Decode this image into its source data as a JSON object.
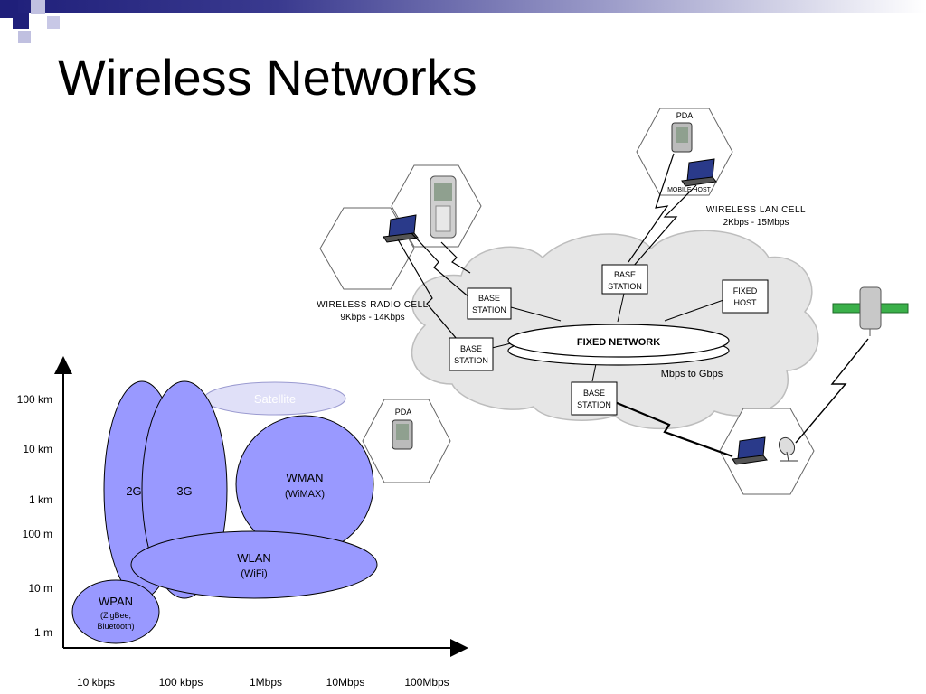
{
  "slide": {
    "title": "Wireless Networks"
  },
  "colors": {
    "accent": "#1f1f7a",
    "ellipse_fill": "#9999ff",
    "satellite_fill": "#e0e0f8"
  },
  "chart": {
    "y_ticks": [
      "100 km",
      "10 km",
      "1 km",
      "100 m",
      "10 m",
      "1 m"
    ],
    "x_ticks": [
      "10 kbps",
      "100 kbps",
      "1Mbps",
      "10Mbps",
      "100Mbps"
    ],
    "regions": {
      "satellite": "Satellite",
      "g2": "2G",
      "g3": "3G",
      "wman": "WMAN",
      "wman_sub": "(WiMAX)",
      "wlan": "WLAN",
      "wlan_sub": "(WiFi)",
      "wpan": "WPAN",
      "wpan_sub1": "(ZigBee,",
      "wpan_sub2": "Bluetooth)"
    }
  },
  "network": {
    "pda_top": "PDA",
    "mobile_host": "MOBILE HOST",
    "lan_cell": "WIRELESS LAN CELL",
    "lan_rate": "2Kbps - 15Mbps",
    "radio_cell": "WIRELESS RADIO CELL",
    "radio_rate": "9Kbps - 14Kbps",
    "base_station_1": "BASE",
    "base_station_2": "STATION",
    "fixed_host_1": "FIXED",
    "fixed_host_2": "HOST",
    "fixed_network": "FIXED NETWORK",
    "speed": "Mbps to Gbps",
    "pda_bottom": "PDA"
  }
}
